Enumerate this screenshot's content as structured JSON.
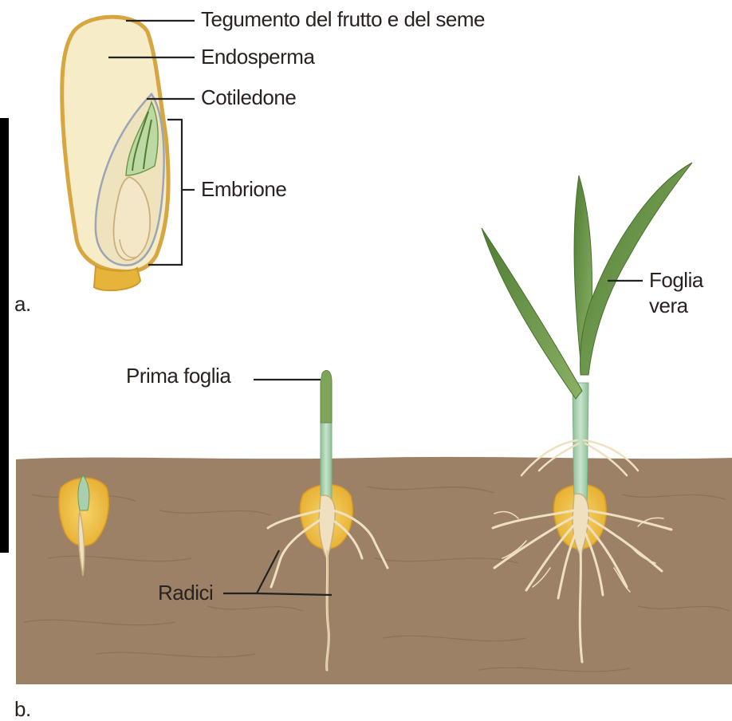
{
  "labels": {
    "seed_coat": "Tegumento del frutto e del seme",
    "endosperm": "Endosperma",
    "cotyledon": "Cotiledone",
    "embryo": "Embrione",
    "first_leaf": "Prima foglia",
    "true_leaf_line1": "Foglia",
    "true_leaf_line2": "vera",
    "roots": "Radici"
  },
  "panels": {
    "a": "a.",
    "b": "b."
  },
  "colors": {
    "soil": "#9c8167",
    "soil_dark": "#7e6550",
    "seed_outline": "#d8a640",
    "endosperm": "#f6ecc8",
    "embryo": "#efe3bd",
    "leaf_green": "#6f9a4c",
    "stem": "#a9cfae",
    "root": "#efe0c0"
  }
}
